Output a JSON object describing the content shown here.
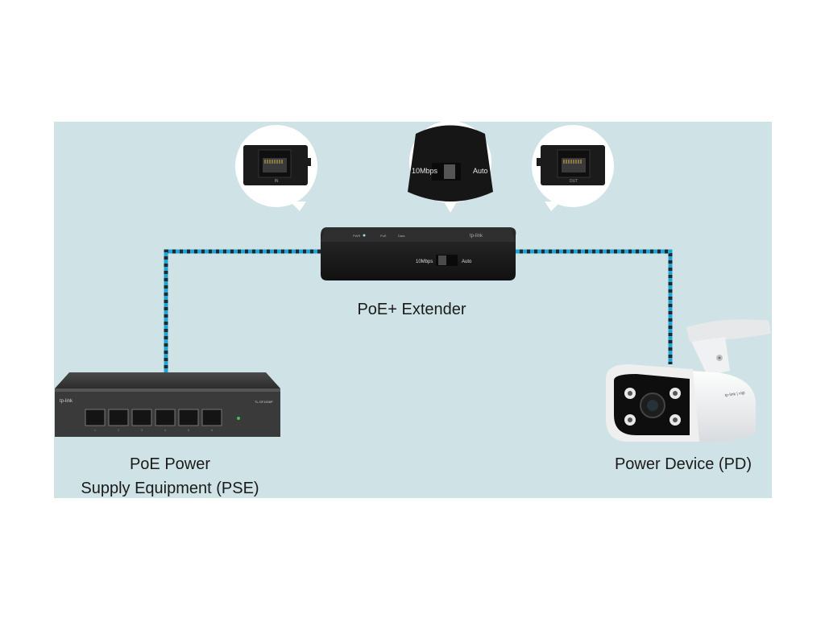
{
  "labels": {
    "extender": "PoE+ Extender",
    "pse_line1": "PoE Power",
    "pse_line2": "Supply Equipment (PSE)",
    "pd": "Power Device (PD)"
  },
  "device_text": {
    "port_in": "IN",
    "port_out": "OUT",
    "switch_left": "10Mbps",
    "switch_right": "Auto",
    "extender_brand": "tp-link",
    "led_pwr": "PWR",
    "led_link": "PoE",
    "led_data": "Data",
    "switch_brand": "tp-link",
    "switch_model": "TL-SF1006P",
    "camera_brand": "tp-link | vigi",
    "switch_port_numbers": [
      "1",
      "2",
      "3",
      "4",
      "5",
      "6"
    ]
  },
  "colors": {
    "background": "#cfe3e7",
    "cable_dashes": "#1fa5d4",
    "cable_dark": "#1b2a33",
    "device_body": "#1d1d1d"
  }
}
